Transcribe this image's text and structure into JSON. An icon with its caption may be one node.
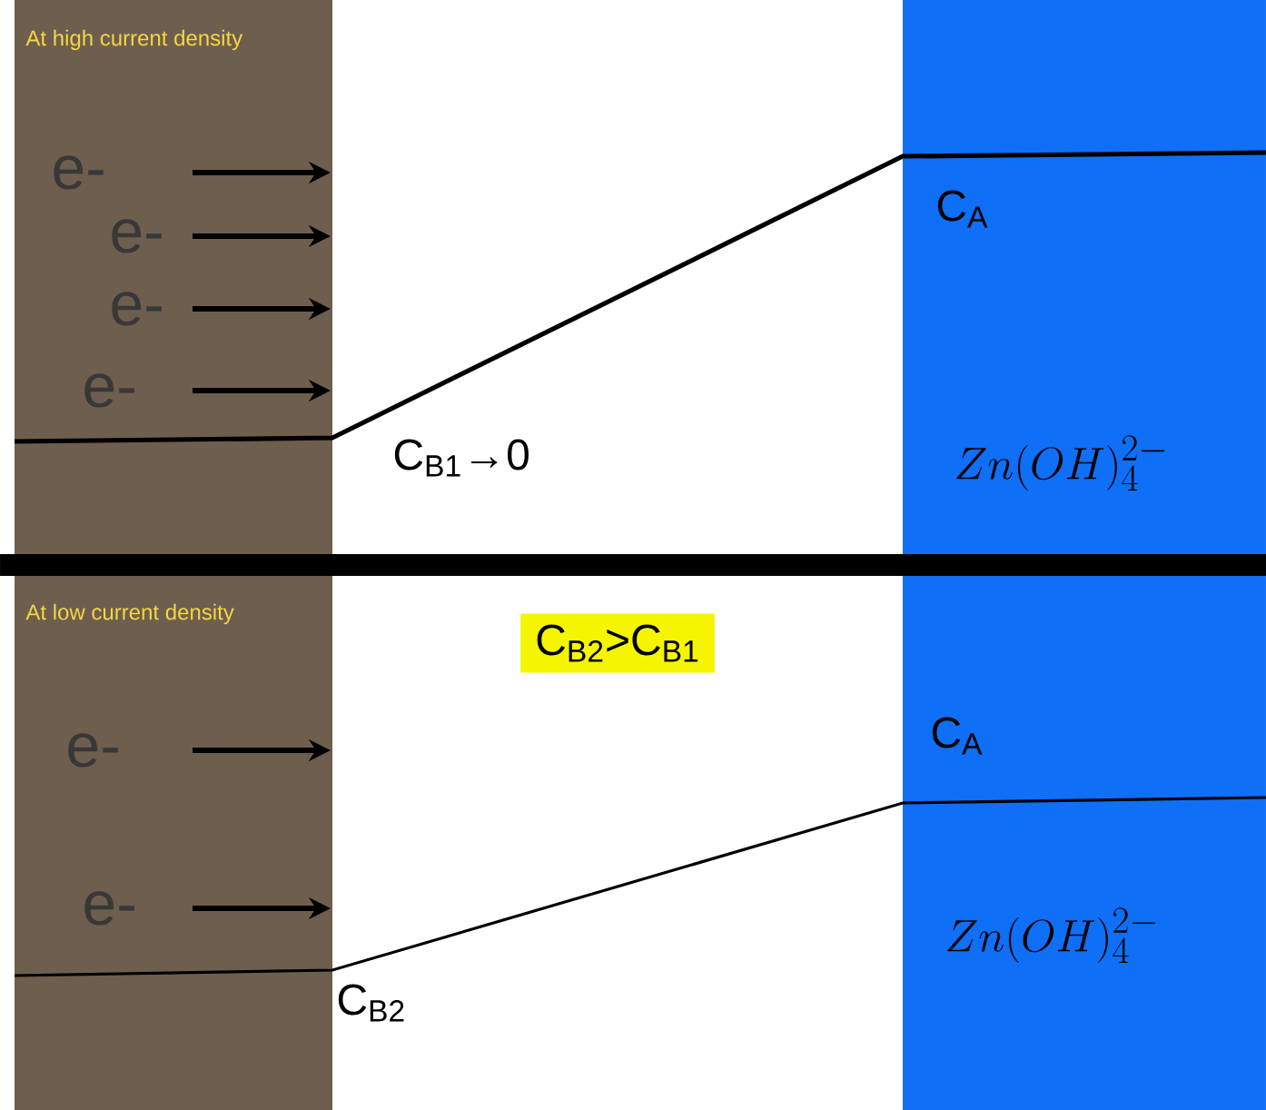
{
  "diagram": {
    "labels": [
      "At high current density",
      "e-",
      "e-",
      "e-",
      "e-",
      "C$_{A}$",
      "C$_{B1}$→0",
      "Zn(OH)_4^{2-}",
      "At low current density",
      "C$_{B2}$>C$_{B1}$",
      "C$_{A}$",
      "e-",
      "e-",
      "Zn(OH)_4^{2-}",
      "C$_{B2}$"
    ]
  }
}
